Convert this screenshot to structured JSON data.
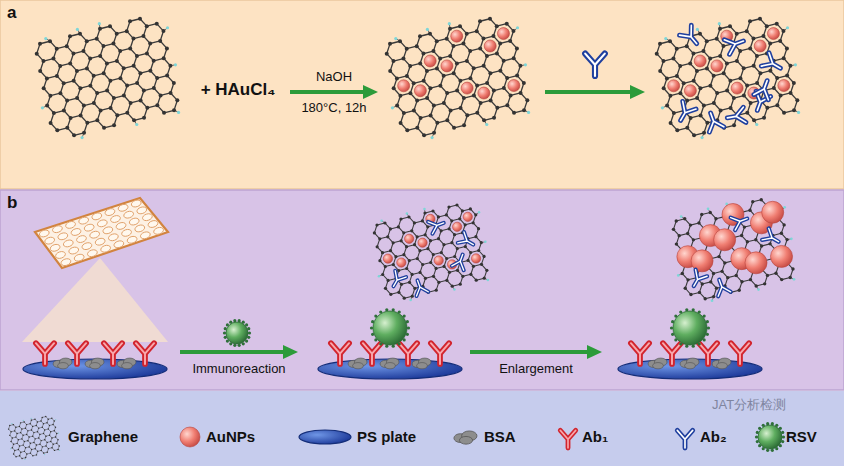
{
  "diagram": {
    "nodes": [
      {
        "text": [
          "a"
        ]
      },
      {
        "text": [
          "b"
        ]
      }
    ],
    "labels": [
      "+ HAuCl₄",
      "NaOH",
      "180°C, 12h",
      "Immunoreaction",
      "Enlargement",
      "JAT分析检测"
    ],
    "legend": [
      {
        "text": "Graphene"
      },
      {
        "text": "AuNPs"
      },
      {
        "text": "PS plate"
      },
      {
        "text": "BSA"
      },
      {
        "text": "Ab₁"
      },
      {
        "text": "Ab₂"
      },
      {
        "text": "RSV"
      }
    ]
  }
}
